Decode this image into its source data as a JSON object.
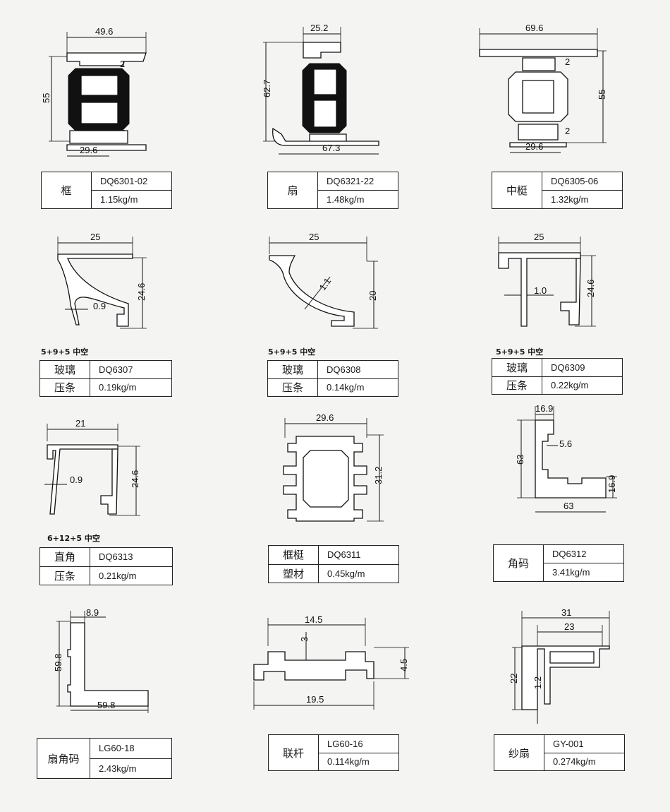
{
  "profiles": [
    {
      "name": "框",
      "code": "DQ6301-02",
      "weight": "1.15kg/m",
      "dims": {
        "top": "49.6",
        "height": "55",
        "bottom": "29.6",
        "gap_top": "2",
        "gap_bottom": "2"
      }
    },
    {
      "name": "扇",
      "code": "DQ6321-22",
      "weight": "1.48kg/m",
      "dims": {
        "top": "25.2",
        "height": "62.7",
        "bottom": "67.3"
      }
    },
    {
      "name": "中梃",
      "code": "DQ6305-06",
      "weight": "1.32kg/m",
      "dims": {
        "top": "69.6",
        "height": "55",
        "bottom": "29.6",
        "gap_top": "2",
        "gap_bottom": "2"
      }
    },
    {
      "name_lines": [
        "玻璃",
        "压条"
      ],
      "code": "DQ6307",
      "weight": "0.19kg/m",
      "glass": "5+9+5 中空",
      "dims": {
        "top": "25",
        "height": "24.6",
        "thick": "0.9"
      }
    },
    {
      "name_lines": [
        "玻璃",
        "压条"
      ],
      "code": "DQ6308",
      "weight": "0.14kg/m",
      "glass": "5+9+5 中空",
      "dims": {
        "top": "25",
        "height": "20",
        "thick": "1.1"
      }
    },
    {
      "name_lines": [
        "玻璃",
        "压条"
      ],
      "code": "DQ6309",
      "weight": "0.22kg/m",
      "glass": "5+9+5 中空",
      "dims": {
        "top": "25",
        "height": "24.6",
        "thick": "1.0"
      }
    },
    {
      "name_lines": [
        "直角",
        "压条"
      ],
      "code": "DQ6313",
      "weight": "0.21kg/m",
      "glass": "6+12+5 中空",
      "dims": {
        "top": "21",
        "height": "24.6",
        "thick": "0.9"
      }
    },
    {
      "name_lines": [
        "框梃",
        "塑材"
      ],
      "code": "DQ6311",
      "weight": "0.45kg/m",
      "dims": {
        "top": "29.6",
        "height": "31.2"
      }
    },
    {
      "name": "角码",
      "code": "DQ6312",
      "weight": "3.41kg/m",
      "dims": {
        "top": "16.9",
        "height": "63",
        "bottom": "63",
        "inner": "5.6",
        "right": "16.9"
      }
    },
    {
      "name": "扇角码",
      "code": "LG60-18",
      "weight": "2.43kg/m",
      "dims": {
        "top": "8.9",
        "height": "59.8",
        "bottom": "59.8"
      }
    },
    {
      "name": "联杆",
      "code": "LG60-16",
      "weight": "0.114kg/m",
      "dims": {
        "top": "14.5",
        "step": "3",
        "right": "4.5",
        "bottom": "19.5"
      }
    },
    {
      "name": "纱扇",
      "code": "GY-001",
      "weight": "0.274kg/m",
      "dims": {
        "top": "31",
        "inner": "23",
        "height": "22",
        "thick": "1.2"
      }
    }
  ]
}
